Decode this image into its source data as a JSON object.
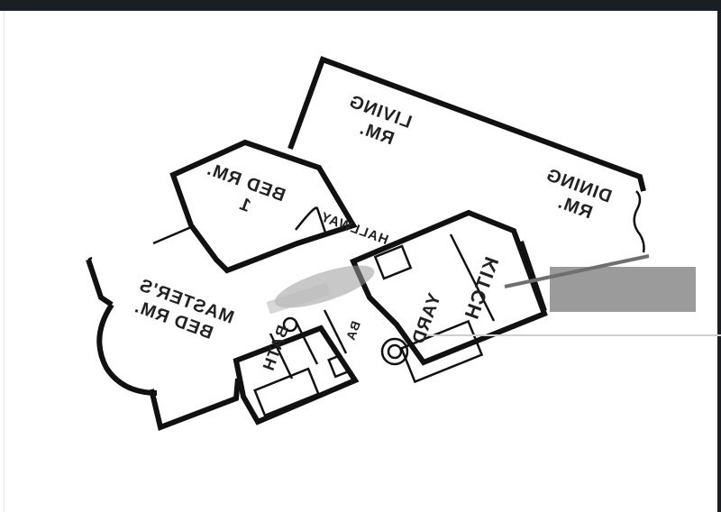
{
  "rooms": {
    "living": [
      "LIVING",
      "RM."
    ],
    "dining": [
      "DINING",
      "RM."
    ],
    "bed1": [
      "BED RM.",
      "1"
    ],
    "master": [
      "MASTER'S",
      "BED RM."
    ],
    "kitchen": "KITCH",
    "yard": "YARD",
    "bath": "BATH",
    "hallway": "HALLWAY",
    "ba": "BA"
  },
  "colors": {
    "wall": "#111111",
    "frame": "#1a1f24",
    "balcony": "#8a8a8a"
  }
}
